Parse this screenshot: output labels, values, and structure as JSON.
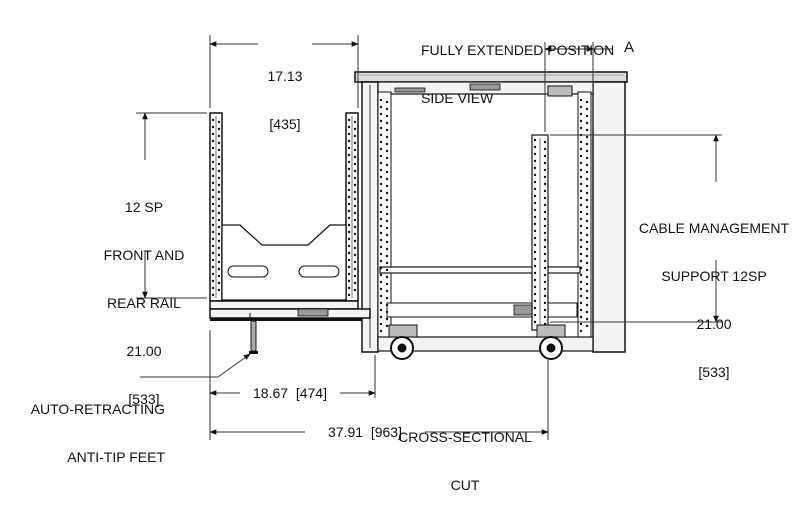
{
  "header": {
    "line1": "FULLY EXTENDED POSITION",
    "line2": "SIDE VIEW"
  },
  "dimensions": {
    "rail_width": {
      "imperial": "17.13",
      "metric": "[435]"
    },
    "extension": {
      "text": "18.67  [474]"
    },
    "overall_depth": {
      "text": "37.91  [963]"
    },
    "section_marker": "A"
  },
  "callouts": {
    "front_rear_rail": [
      "12 SP",
      "FRONT AND",
      "REAR RAIL",
      "21.00",
      "[533]"
    ],
    "cable_management": [
      "CABLE MANAGEMENT",
      "SUPPORT 12SP",
      "21.00",
      "[533]"
    ],
    "anti_tip": [
      "AUTO-RETRACTING",
      "ANTI-TIP FEET"
    ],
    "cross_section": [
      "CROSS-SECTIONAL",
      "CUT"
    ]
  },
  "colors": {
    "line": "#111111",
    "dim_line": "#333333",
    "cabinet_face": "#f4f4f4",
    "top_panel": "#dddddd"
  }
}
